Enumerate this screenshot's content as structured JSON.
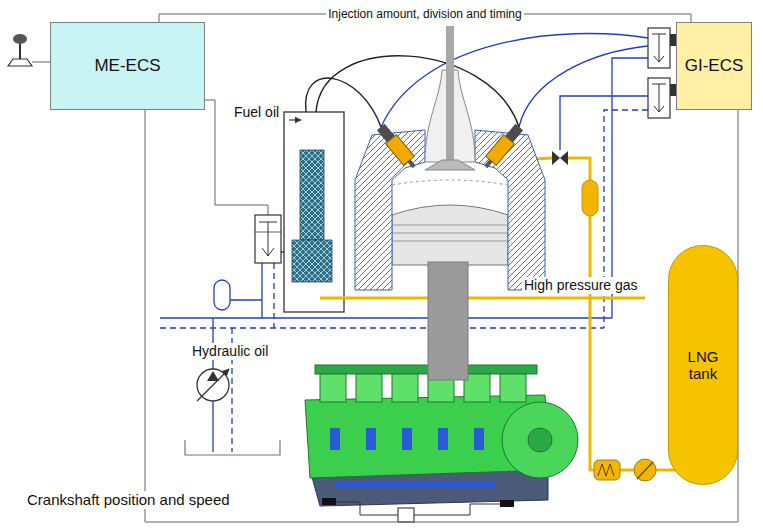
{
  "diagram": {
    "nodes": [
      {
        "text": [
          "ME-ECS"
        ]
      },
      {
        "text": [
          "GI-ECS"
        ]
      },
      {
        "text": [
          "LNG tank"
        ]
      }
    ],
    "edges": [
      {
        "from": 0,
        "to": 1,
        "label": "Injection amount, division and timing",
        "arrow": "none"
      },
      {
        "from": 0,
        "to": 1,
        "arrow": "none"
      }
    ],
    "labels": [
      "Fuel oil",
      "High pressure gas",
      "Hydraulic oil",
      "Crankshaft position and speed"
    ]
  }
}
